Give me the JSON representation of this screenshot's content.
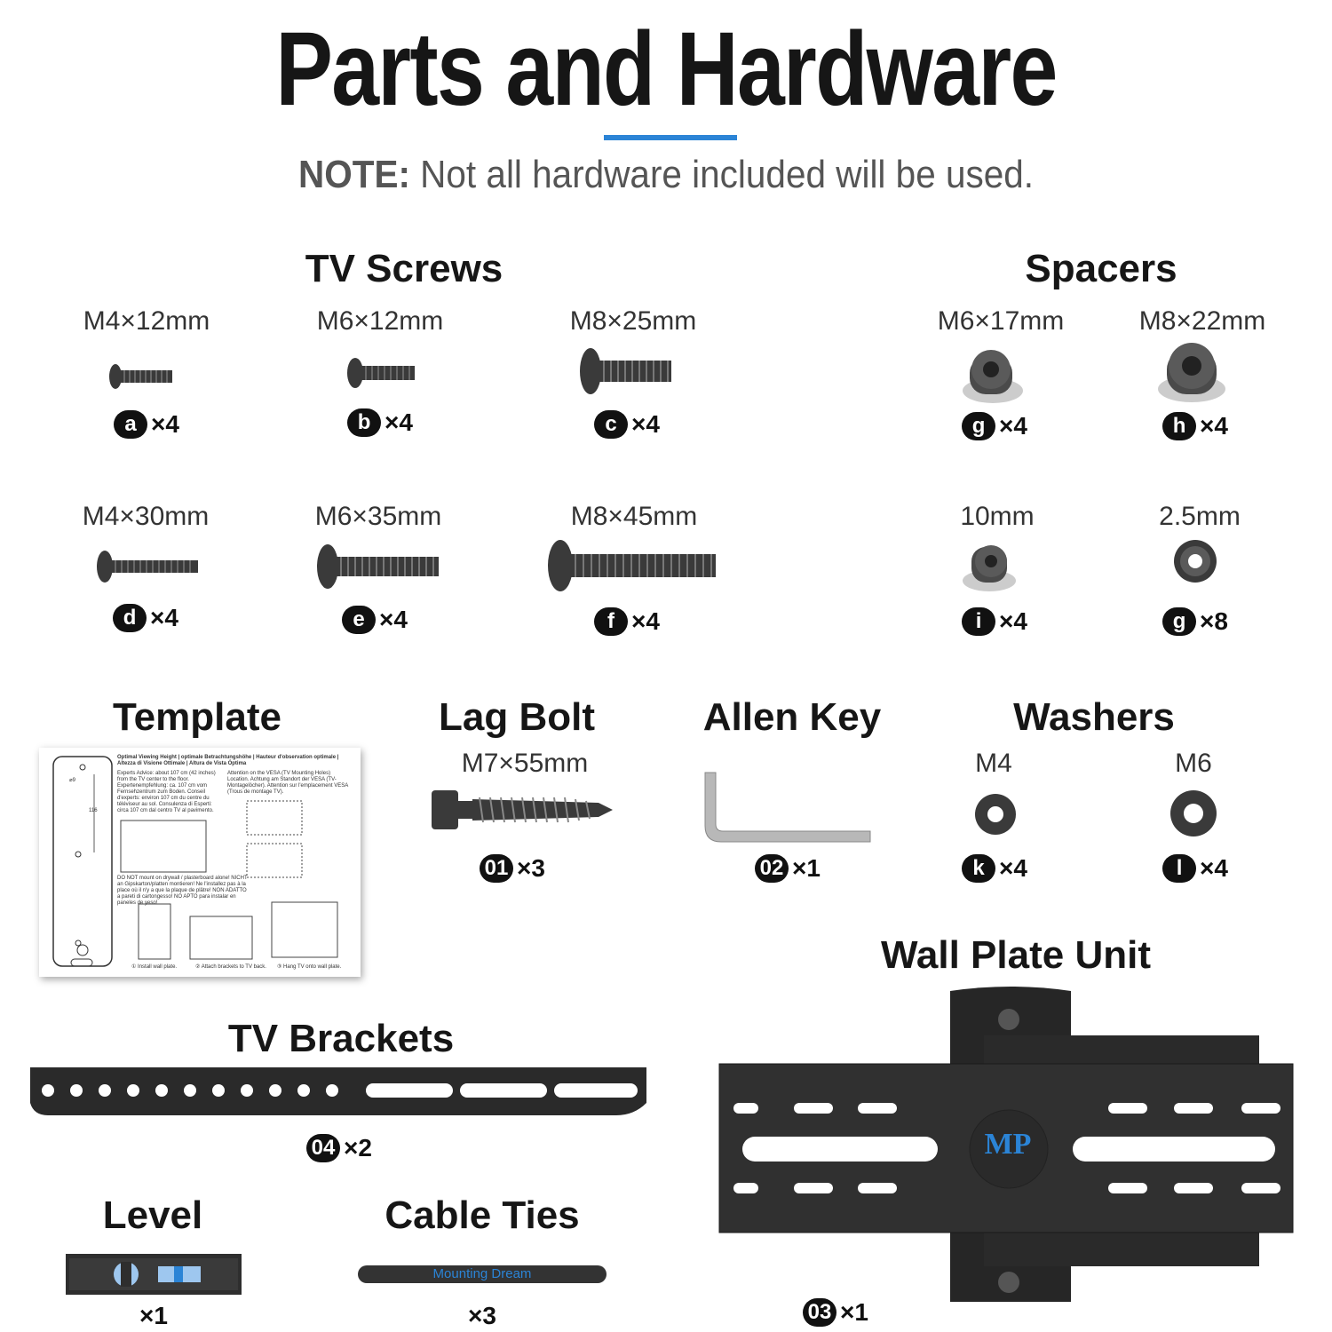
{
  "title": "Parts and Hardware",
  "note": {
    "prefix": "NOTE:",
    "text": " Not all hardware included will be used."
  },
  "colors": {
    "accent": "#2b84d6",
    "hardware": "#3a3a3a",
    "badge": "#111111"
  },
  "sections": {
    "tv_screws": "TV Screws",
    "spacers": "Spacers",
    "template": "Template",
    "lag_bolt": "Lag Bolt",
    "allen_key": "Allen Key",
    "washers": "Washers",
    "wall_plate_unit": "Wall Plate Unit",
    "tv_brackets": "TV Brackets",
    "level": "Level",
    "cable_ties": "Cable Ties"
  },
  "tv_screws": [
    {
      "size": "M4×12mm",
      "id": "a",
      "qty": "×4"
    },
    {
      "size": "M6×12mm",
      "id": "b",
      "qty": "×4"
    },
    {
      "size": "M8×25mm",
      "id": "c",
      "qty": "×4"
    },
    {
      "size": "M4×30mm",
      "id": "d",
      "qty": "×4"
    },
    {
      "size": "M6×35mm",
      "id": "e",
      "qty": "×4"
    },
    {
      "size": "M8×45mm",
      "id": "f",
      "qty": "×4"
    }
  ],
  "spacers": [
    {
      "size": "M6×17mm",
      "id": "g",
      "qty": "×4"
    },
    {
      "size": "M8×22mm",
      "id": "h",
      "qty": "×4"
    },
    {
      "size": "10mm",
      "id": "i",
      "qty": "×4"
    },
    {
      "size": "2.5mm",
      "id": "g",
      "qty": "×8"
    }
  ],
  "lag_bolt": {
    "size": "M7×55mm",
    "id": "01",
    "qty": "×3"
  },
  "allen_key": {
    "id": "02",
    "qty": "×1"
  },
  "washers": [
    {
      "size": "M4",
      "id": "k",
      "qty": "×4"
    },
    {
      "size": "M6",
      "id": "l",
      "qty": "×4"
    }
  ],
  "tv_brackets": {
    "id": "04",
    "qty": "×2"
  },
  "wall_plate": {
    "id": "03",
    "qty": "×1",
    "logo": "MP"
  },
  "level": {
    "qty": "×1"
  },
  "cable_ties": {
    "qty": "×3",
    "brand": "Mounting Dream"
  },
  "template_sheet": {
    "heading": "Optimal Viewing Height | optimale Betrachtungshöhe | Hauteur d'observation optimale | Altezza di Visione Ottimale | Altura de Vista Óptima",
    "left_text": "Experts Advice: about 107 cm (42 inches) from the TV center to the floor. Expertenempfehlung: ca. 107 cm vom Fernsehzentrum zum Boden. Conseil d'experts: environ 107 cm du centre du téléviseur au sol. Consulenza di Esperti: circa 107 cm dal centro TV al pavimento.",
    "right_text": "Attention on the VESA (TV Mounting Holes) Location. Achtung am Standort der VESA (TV-Montagelöcher). Attention sur l'emplacement VESA (Trous de montage TV).",
    "warning": "DO NOT mount on drywall / plasterboard alone! NICHT an Gipskarton/platten montieren! Ne l'installez pas à la place où il n'y a que la plaque de plâtre! NON ADATTO a pareti di cartongesso! NO APTO para instalar en paneles de yeso!",
    "dim_small": "⌀9",
    "dim_large": "116",
    "step1": "① Install wall plate.",
    "step2": "② Attach brackets to TV back.",
    "step3": "③ Hang TV onto wall plate."
  }
}
